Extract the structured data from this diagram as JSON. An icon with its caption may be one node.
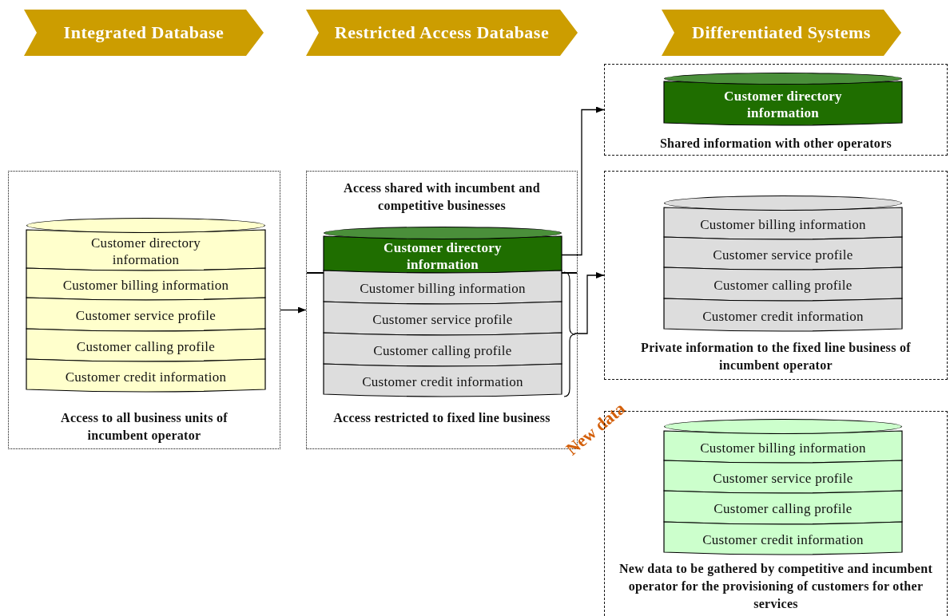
{
  "diagram": {
    "nodes": [
      {
        "text": [
          "Integrated Database"
        ]
      },
      {
        "text": [
          "Restricted Access Database"
        ]
      },
      {
        "text": [
          "Differentiated Systems"
        ]
      },
      {
        "text": [
          "Access to all business units of incumbent operator"
        ]
      },
      {
        "text": [],
        "shape": "ellipse",
        "in": 3
      },
      {
        "text": [
          "Customer directory information"
        ],
        "in": 3
      },
      {
        "text": [
          "Customer billing information"
        ],
        "in": 3
      },
      {
        "text": [
          "Customer service profile"
        ],
        "in": 3
      },
      {
        "text": [
          "Customer calling profile"
        ],
        "in": 3
      },
      {
        "text": [
          "Customer credit information"
        ],
        "in": 3
      },
      {
        "text": [
          "Access shared with incumbent and competitive businesses",
          "Access restricted to fixed line business"
        ]
      },
      {
        "text": [],
        "shape": "ellipse",
        "in": 10
      },
      {
        "text": [
          "Customer directory information"
        ],
        "in": 10
      },
      {
        "text": [
          "Customer billing information"
        ],
        "in": 10
      },
      {
        "text": [
          "Customer service profile"
        ],
        "in": 10
      },
      {
        "text": [
          "Customer calling profile"
        ],
        "in": 10
      },
      {
        "text": [
          "Customer credit information"
        ],
        "in": 10
      },
      {
        "text": [],
        "shape": "brace",
        "in": 10
      },
      {
        "text": [
          "Shared information with other operators"
        ]
      },
      {
        "text": [],
        "shape": "ellipse",
        "in": 18
      },
      {
        "text": [
          "Customer directory information"
        ],
        "in": 18
      },
      {
        "text": [
          "Private information to the fixed line business of incumbent operator"
        ]
      },
      {
        "text": [],
        "shape": "ellipse",
        "in": 21
      },
      {
        "text": [
          "Customer billing information"
        ],
        "in": 21
      },
      {
        "text": [
          "Customer service profile"
        ],
        "in": 21
      },
      {
        "text": [
          "Customer calling profile"
        ],
        "in": 21
      },
      {
        "text": [
          "Customer credit information"
        ],
        "in": 21
      },
      {
        "text": [
          "New data to be gathered by competitive and incumbent operator for the provisioning of customers for other services"
        ],
        "beside": [
          "New data"
        ]
      },
      {
        "text": [],
        "shape": "ellipse",
        "in": 27
      },
      {
        "text": [
          "Customer billing information"
        ],
        "in": 27
      },
      {
        "text": [
          "Customer service profile"
        ],
        "in": 27
      },
      {
        "text": [
          "Customer calling profile"
        ],
        "in": 27
      },
      {
        "text": [
          "Customer credit information"
        ],
        "in": 27
      }
    ],
    "edges": [
      {
        "from": 3,
        "to": 10,
        "arrow": "to"
      },
      {
        "from": 12,
        "to": 18,
        "arrow": "to"
      },
      {
        "from": 17,
        "to": 21,
        "arrow": "to"
      }
    ]
  }
}
